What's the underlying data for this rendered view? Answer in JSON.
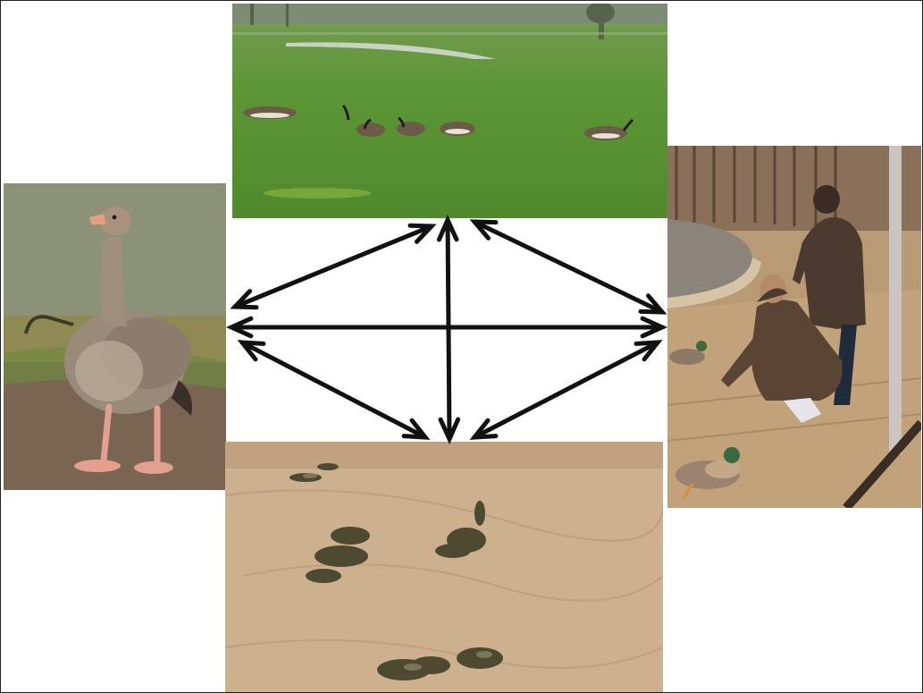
{
  "figure": {
    "panels": [
      {
        "id": "top",
        "icon": "geese-on-grass-photo"
      },
      {
        "id": "left",
        "icon": "goose-standing-photo"
      },
      {
        "id": "right",
        "icon": "people-feeding-ducks-photo"
      },
      {
        "id": "bottom",
        "icon": "droppings-on-sand-photo"
      }
    ],
    "connections": [
      [
        "left",
        "top"
      ],
      [
        "left",
        "right"
      ],
      [
        "left",
        "bottom"
      ],
      [
        "top",
        "right"
      ],
      [
        "top",
        "bottom"
      ],
      [
        "right",
        "bottom"
      ]
    ],
    "arrow_style": "double-headed",
    "colors": {
      "arrow": "#111111",
      "grass": "#5f9a3a",
      "sand": "#cdb08e",
      "water": "#8b9277",
      "background": "#ffffff"
    }
  }
}
